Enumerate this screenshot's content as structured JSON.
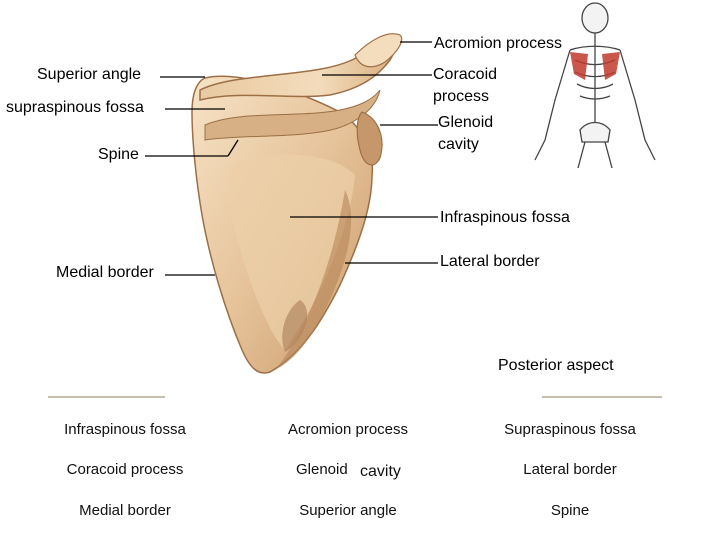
{
  "labels": {
    "acromion": "Acromion process",
    "superior_angle": "Superior angle",
    "coracoid": "Coracoid process",
    "supraspinous": "supraspinous fossa",
    "glenoid": "Glenoid cavity",
    "spine": "Spine",
    "infraspinous": "Infraspinous fossa",
    "lateral_border": "Lateral border",
    "medial_border": "Medial border",
    "caption": "Posterior aspect"
  },
  "table": {
    "rows": [
      [
        "Infraspinous fossa",
        "Acromion process",
        "Supraspinous fossa"
      ],
      [
        "Coracoid process",
        "Glenoid",
        "Lateral border"
      ],
      [
        "Medial border",
        "Superior angle",
        "Spine"
      ]
    ],
    "glenoid_suffix": "cavity"
  },
  "colors": {
    "bone_light": "#f1d9b5",
    "bone_mid": "#dfb98a",
    "bone_dark": "#b98a5d",
    "shoulder_highlight": "#c0392b"
  }
}
